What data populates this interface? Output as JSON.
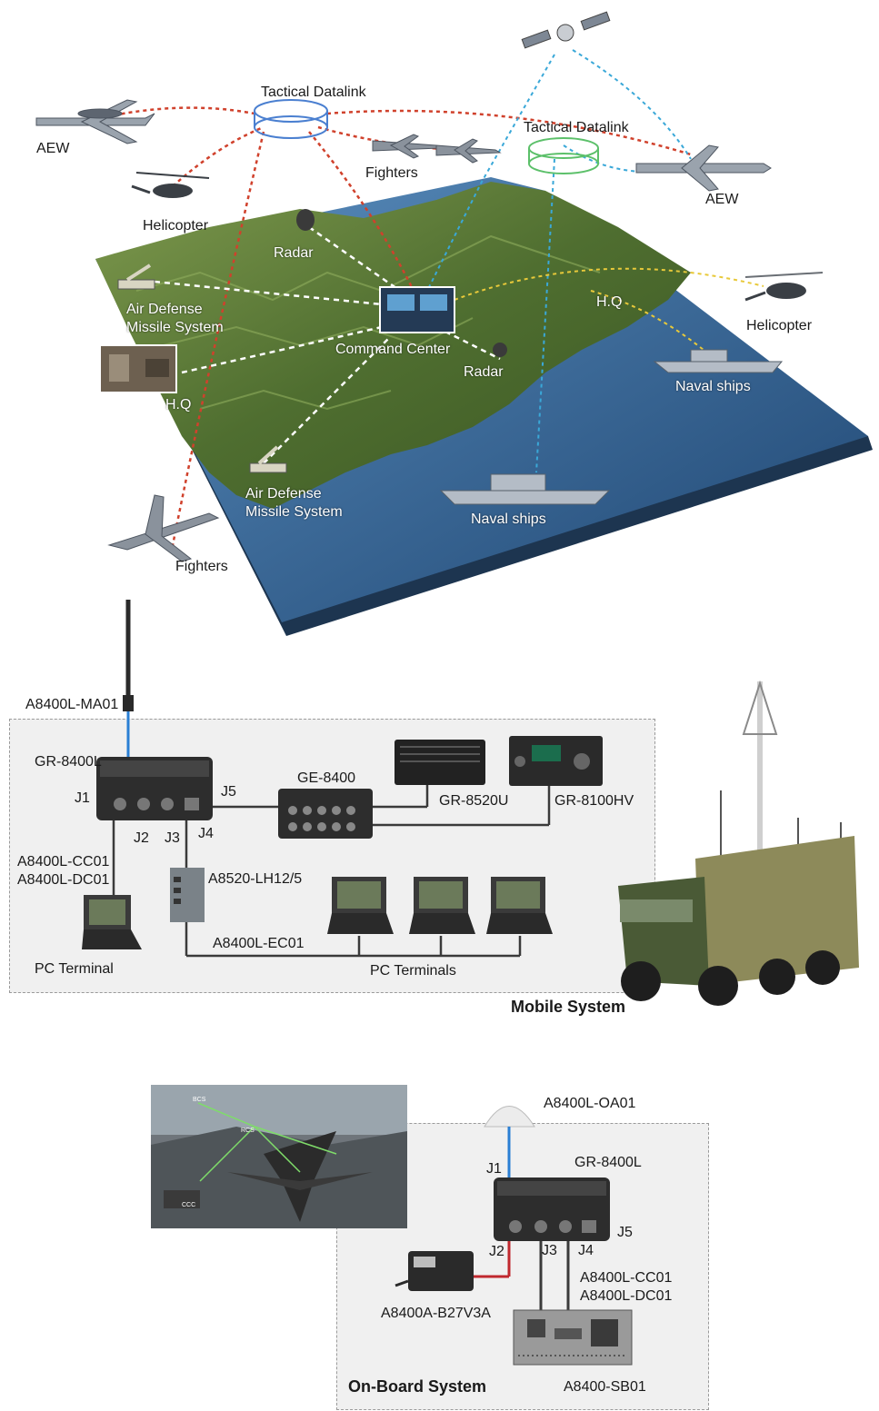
{
  "top_scene": {
    "labels": {
      "tactical_datalink_1": "Tactical Datalink",
      "tactical_datalink_2": "Tactical Datalink",
      "aew_left": "AEW",
      "aew_right": "AEW",
      "helicopter_left": "Helicopter",
      "helicopter_right": "Helicopter",
      "fighters_top": "Fighters",
      "fighters_bottom": "Fighters",
      "radar_1": "Radar",
      "radar_2": "Radar",
      "air_defense_1_line1": "Air Defense",
      "air_defense_1_line2": "Missile System",
      "air_defense_2_line1": "Air Defense",
      "air_defense_2_line2": "Missile System",
      "command_center": "Command Center",
      "hq_left": "H.Q",
      "hq_right": "H.Q",
      "naval_ships_1": "Naval ships",
      "naval_ships_2": "Naval ships"
    }
  },
  "mobile_system": {
    "title": "Mobile System",
    "antenna": "A8400L-MA01",
    "radio": "GR-8400L",
    "switch": "GE-8400",
    "device_a": "GR-8520U",
    "device_b": "GR-8100HV",
    "j1": "J1",
    "j2": "J2",
    "j3": "J3",
    "j4": "J4",
    "j5": "J5",
    "cable_cc": "A8400L-CC01",
    "cable_dc": "A8400L-DC01",
    "hub": "A8520-LH12/5",
    "cable_ec": "A8400L-EC01",
    "pc_terminal": "PC Terminal",
    "pc_terminals": "PC Terminals"
  },
  "onboard_system": {
    "title": "On-Board System",
    "antenna": "A8400L-OA01",
    "radio": "GR-8400L",
    "j1": "J1",
    "j2": "J2",
    "j3": "J3",
    "j4": "J4",
    "j5": "J5",
    "battery": "A8400A-B27V3A",
    "cable_cc": "A8400L-CC01",
    "cable_dc": "A8400L-DC01",
    "board": "A8400-SB01",
    "inset_labels": {
      "bcs": "BCS",
      "rcs": "RCS",
      "ccc": "CCC"
    }
  },
  "colors": {
    "red_link": "#d0412c",
    "blue_link": "#3aa8d8",
    "yellow_link": "#e8c93a",
    "sea": "#2f5f8f",
    "land": "#5d7d3a"
  }
}
